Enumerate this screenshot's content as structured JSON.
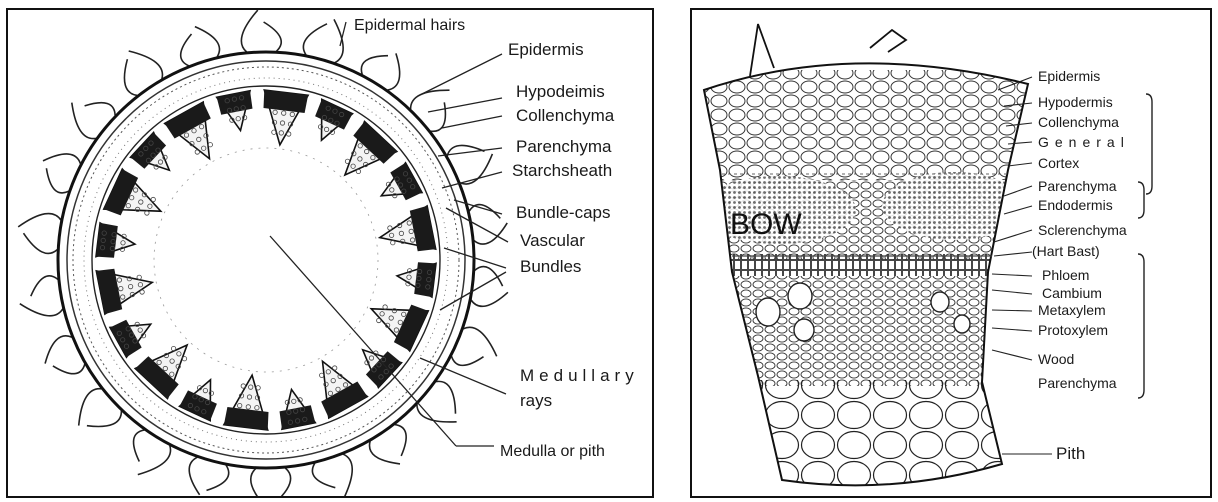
{
  "left_diagram": {
    "labels": {
      "epidermal_hairs": "Epidermal hairs",
      "epidermis": "Epidermis",
      "hypodermis": "Hypodeimis",
      "collenchyma": "Collenchyma",
      "parenchyma": "Parenchyma",
      "starchsheath": "Starchsheath",
      "bundle_caps": "Bundle-caps",
      "vascular": "Vascular",
      "bundles": "Bundles",
      "medullary": "Medullary",
      "rays": "rays",
      "medulla_or_pith": "Medulla or pith"
    }
  },
  "right_diagram": {
    "watermark": "BOW",
    "labels": {
      "epidermis": "Epidermis",
      "hypodermis": "Hypodermis",
      "collenchyma": "Collenchyma",
      "general": "General",
      "cortex": "Cortex",
      "parenchyma": "Parenchyma",
      "endodermis": "Endodermis",
      "sclerenchyma": "Sclerenchyma",
      "hart_bast": "(Hart Bast)",
      "phloem": "Phloem",
      "cambium": "Cambium",
      "metaxylem": "Metaxylem",
      "protoxylem": "Protoxylem",
      "wood": "Wood",
      "wood_parenchyma": "Parenchyma",
      "pith": "Pith"
    }
  }
}
